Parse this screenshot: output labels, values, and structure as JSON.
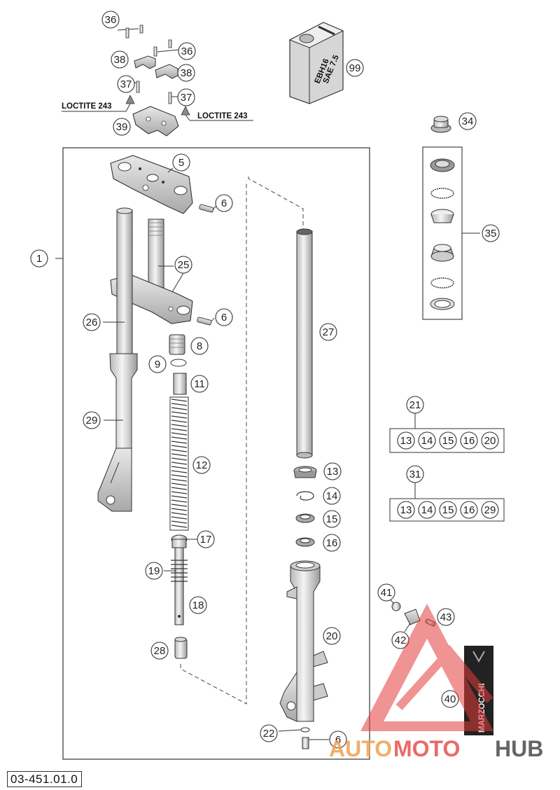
{
  "diagram_code": "03-451.01.0",
  "annotations": {
    "loctite_left": "LOCTITE 243",
    "loctite_right": "LOCTITE 243"
  },
  "oil_can": {
    "line1": "EBH16",
    "line2": "SAE 7.5"
  },
  "logo": {
    "brand": "MARZOCCHI"
  },
  "watermark": {
    "part1": "AUTO",
    "part2": "MOTO",
    "part3": "HUB"
  },
  "callouts": {
    "c1": "1",
    "c5": "5",
    "c6a": "6",
    "c6b": "6",
    "c6c": "6",
    "c8": "8",
    "c9": "9",
    "c11": "11",
    "c12": "12",
    "c13": "13",
    "c14": "14",
    "c15": "15",
    "c16": "16",
    "c17": "17",
    "c18": "18",
    "c19": "19",
    "c20": "20",
    "c21": "21",
    "c22": "22",
    "c25": "25",
    "c26": "26",
    "c27": "27",
    "c28": "28",
    "c29": "29",
    "c31": "31",
    "c34": "34",
    "c35": "35",
    "c36a": "36",
    "c36b": "36",
    "c37a": "37",
    "c37b": "37",
    "c38a": "38",
    "c38b": "38",
    "c39": "39",
    "c40": "40",
    "c41": "41",
    "c42": "42",
    "c43": "43",
    "c99": "99"
  },
  "kit_21": {
    "label": "21",
    "items": [
      "13",
      "14",
      "15",
      "16",
      "20"
    ]
  },
  "kit_31": {
    "label": "31",
    "items": [
      "13",
      "14",
      "15",
      "16",
      "29"
    ]
  }
}
